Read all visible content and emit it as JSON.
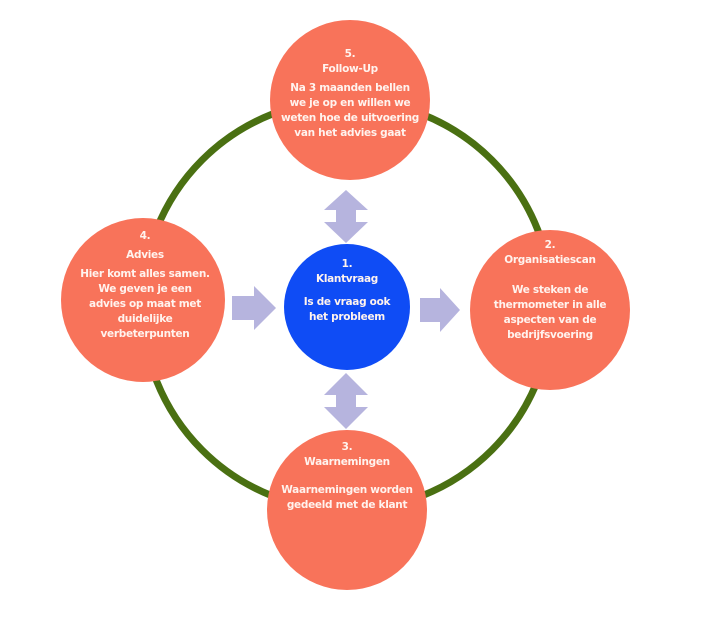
{
  "colors": {
    "ring": "#4a7012",
    "step": "#f8735a",
    "center": "#0f4cf5",
    "arrow": "#b6b4de"
  },
  "steps": [
    {
      "number": "1.",
      "title": "Klantvraag",
      "body": [
        "Is de vraag ook",
        "het probleem"
      ]
    },
    {
      "number": "2.",
      "title": "Organisatiescan",
      "body": [
        "We steken de",
        "thermometer in alle",
        "aspecten van de",
        "bedrijfsvoering"
      ]
    },
    {
      "number": "3.",
      "title": "Waarnemingen",
      "body": [
        "Waarnemingen worden",
        "gedeeld met de klant"
      ]
    },
    {
      "number": "4.",
      "title": "Advies",
      "body": [
        "Hier komt alles samen.",
        "We geven je een",
        "advies op maat met",
        "duidelijke",
        "verbeterpunten"
      ]
    },
    {
      "number": "5.",
      "title": "Follow-Up",
      "body": [
        "Na 3 maanden bellen",
        "we je op en willen we",
        "weten hoe de uitvoering",
        "van het advies gaat"
      ]
    }
  ]
}
